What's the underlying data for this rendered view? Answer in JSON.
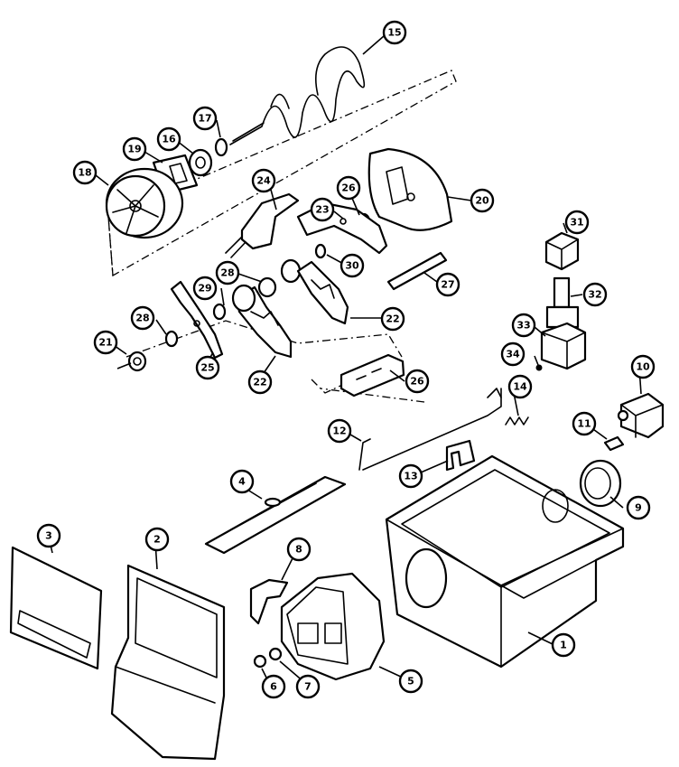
{
  "diagram": {
    "callouts": [
      {
        "id": "1",
        "label": "1"
      },
      {
        "id": "2",
        "label": "2"
      },
      {
        "id": "3",
        "label": "3"
      },
      {
        "id": "4",
        "label": "4"
      },
      {
        "id": "5",
        "label": "5"
      },
      {
        "id": "6",
        "label": "6"
      },
      {
        "id": "7",
        "label": "7"
      },
      {
        "id": "8",
        "label": "8"
      },
      {
        "id": "9",
        "label": "9"
      },
      {
        "id": "10",
        "label": "10"
      },
      {
        "id": "11",
        "label": "11"
      },
      {
        "id": "12",
        "label": "12"
      },
      {
        "id": "13",
        "label": "13"
      },
      {
        "id": "14",
        "label": "14"
      },
      {
        "id": "15",
        "label": "15"
      },
      {
        "id": "16",
        "label": "16"
      },
      {
        "id": "17",
        "label": "17"
      },
      {
        "id": "18",
        "label": "18"
      },
      {
        "id": "19",
        "label": "19"
      },
      {
        "id": "20",
        "label": "20"
      },
      {
        "id": "21",
        "label": "21"
      },
      {
        "id": "22a",
        "label": "22"
      },
      {
        "id": "22b",
        "label": "22"
      },
      {
        "id": "23",
        "label": "23"
      },
      {
        "id": "24",
        "label": "24"
      },
      {
        "id": "25",
        "label": "25"
      },
      {
        "id": "26",
        "label": "26"
      },
      {
        "id": "27",
        "label": "27"
      },
      {
        "id": "28a",
        "label": "28"
      },
      {
        "id": "28b",
        "label": "28"
      },
      {
        "id": "28c",
        "label": "28"
      },
      {
        "id": "29",
        "label": "29"
      },
      {
        "id": "30",
        "label": "30"
      },
      {
        "id": "31",
        "label": "31"
      },
      {
        "id": "32",
        "label": "32"
      },
      {
        "id": "33",
        "label": "33"
      },
      {
        "id": "34",
        "label": "34"
      }
    ]
  }
}
